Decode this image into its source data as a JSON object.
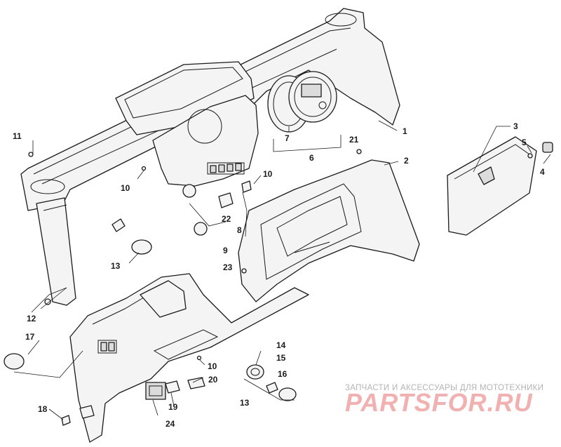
{
  "callouts": {
    "c1": "1",
    "c2": "2",
    "c3": "3",
    "c4": "4",
    "c5": "5",
    "c6": "6",
    "c7": "7",
    "c8": "8",
    "c9": "9",
    "c10a": "10",
    "c10b": "10",
    "c10c": "10",
    "c11": "11",
    "c12": "12",
    "c13a": "13",
    "c13b": "13",
    "c14": "14",
    "c15": "15",
    "c16": "16",
    "c17": "17",
    "c18": "18",
    "c19": "19",
    "c20": "20",
    "c21": "21",
    "c22": "22",
    "c23": "23",
    "c24": "24"
  },
  "watermark": {
    "tagline": "ЗАПЧАСТИ И АКСЕССУАРЫ ДЛЯ МОТОТЕХНИКИ",
    "logo": "PARTSFOR.RU"
  }
}
